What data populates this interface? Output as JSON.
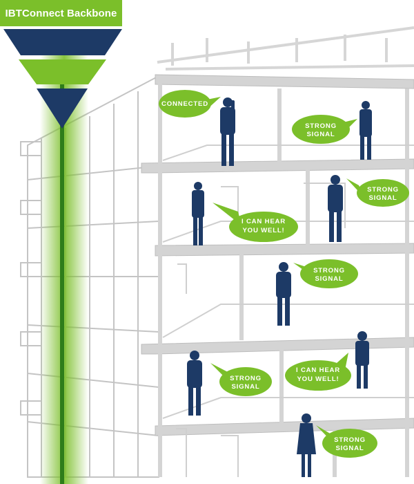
{
  "header": {
    "title": "IBTConnect Backbone"
  },
  "colors": {
    "green": "#7bbf2a",
    "navy": "#1d3a66",
    "structure": "#d4d4d4",
    "outline": "#bdbdbd"
  },
  "bubbles": [
    {
      "id": "b1",
      "lines": [
        "CONNECTED"
      ]
    },
    {
      "id": "b2",
      "lines": [
        "STRONG",
        "SIGNAL"
      ]
    },
    {
      "id": "b3",
      "lines": [
        "STRONG",
        "SIGNAL"
      ]
    },
    {
      "id": "b4",
      "lines": [
        "I CAN HEAR",
        "YOU WELL!"
      ]
    },
    {
      "id": "b5",
      "lines": [
        "STRONG",
        "SIGNAL"
      ]
    },
    {
      "id": "b6",
      "lines": [
        "STRONG",
        "SIGNAL"
      ]
    },
    {
      "id": "b7",
      "lines": [
        "I CAN HEAR",
        "YOU WELL!"
      ]
    },
    {
      "id": "b8",
      "lines": [
        "STRONG",
        "SIGNAL"
      ]
    }
  ]
}
